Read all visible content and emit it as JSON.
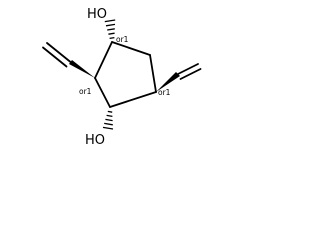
{
  "molecule": {
    "atoms": {
      "oh_top": "HO",
      "oh_bottom": "HO"
    },
    "stereo_descriptors": {
      "c1": "or1",
      "c2": "or1",
      "c4": "or1"
    }
  }
}
